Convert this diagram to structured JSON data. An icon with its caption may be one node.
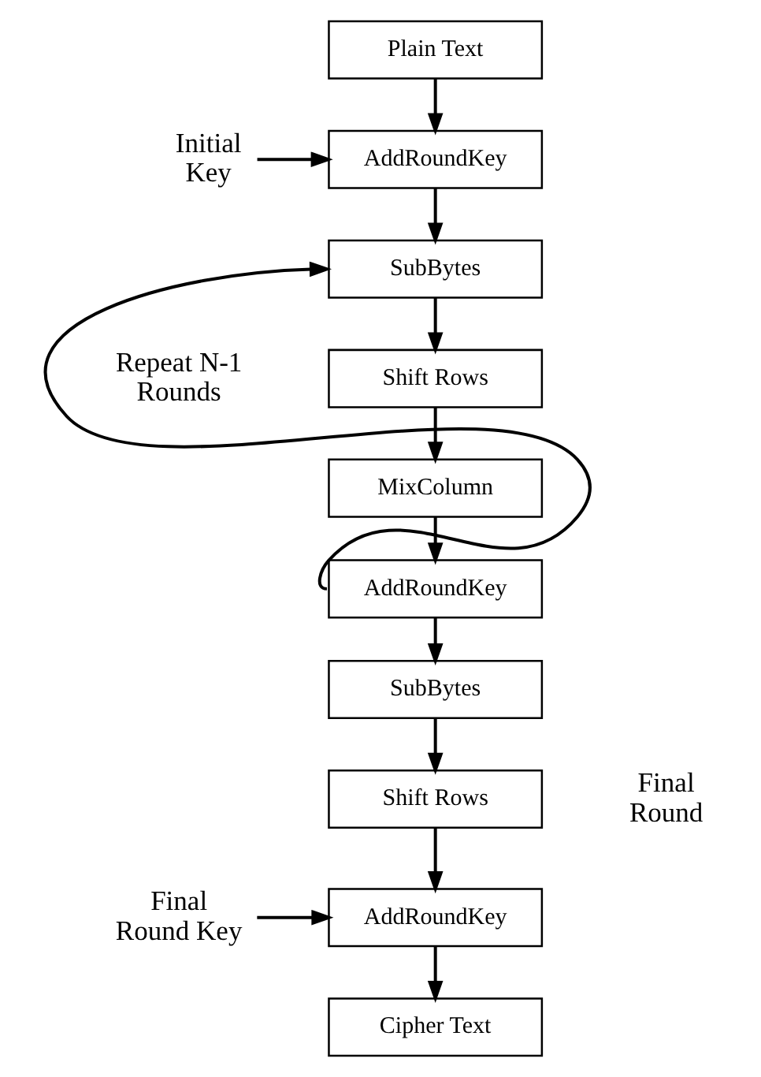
{
  "diagram": {
    "nodes": [
      {
        "text": [
          "Plain Text"
        ]
      },
      {
        "text": [
          "AddRoundKey"
        ]
      },
      {
        "text": [
          "SubBytes"
        ]
      },
      {
        "text": [
          "Shift Rows"
        ]
      },
      {
        "text": [
          "MixColumn"
        ]
      },
      {
        "text": [
          "AddRoundKey"
        ]
      },
      {
        "text": [
          "SubBytes"
        ]
      },
      {
        "text": [
          "Shift Rows"
        ]
      },
      {
        "text": [
          "AddRoundKey"
        ]
      },
      {
        "text": [
          "Cipher Text"
        ]
      },
      {
        "text": [
          "Initial Key"
        ]
      },
      {
        "text": [
          "Final Round Key"
        ]
      }
    ],
    "edges": [
      {
        "from": 0,
        "to": 1,
        "arrow": "to"
      },
      {
        "from": 10,
        "to": 1,
        "arrow": "to"
      },
      {
        "from": 1,
        "to": 2,
        "arrow": "to"
      },
      {
        "from": 2,
        "to": 3,
        "arrow": "to"
      },
      {
        "from": 3,
        "to": 4,
        "arrow": "to"
      },
      {
        "from": 4,
        "to": 5,
        "arrow": "to"
      },
      {
        "from": 5,
        "to": 2,
        "arrow": "to"
      },
      {
        "from": 5,
        "to": 6,
        "arrow": "to"
      },
      {
        "from": 6,
        "to": 7,
        "arrow": "to"
      },
      {
        "from": 7,
        "to": 8,
        "arrow": "to"
      },
      {
        "from": 11,
        "to": 8,
        "arrow": "to"
      },
      {
        "from": 8,
        "to": 9,
        "arrow": "to"
      }
    ],
    "labels": [
      "Repeat N-1 Rounds",
      "Final Round"
    ]
  }
}
